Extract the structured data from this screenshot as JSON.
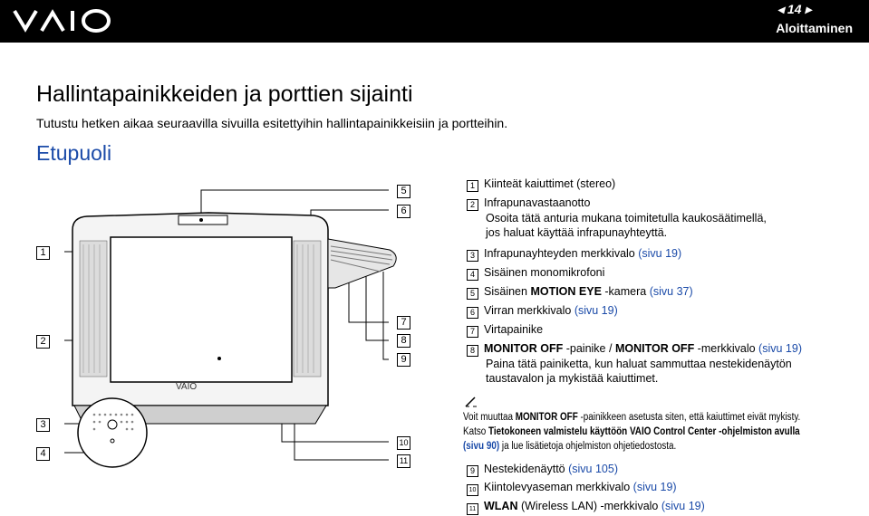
{
  "header": {
    "logo_text": "VAIO",
    "page_number": "14",
    "section": "Aloittaminen"
  },
  "page": {
    "title": "Hallintapainikkeiden ja porttien sijainti",
    "intro": "Tutustu hetken aikaa seuraavilla sivuilla esitettyihin hallintapainikkeisiin ja portteihin.",
    "subheading": "Etupuoli"
  },
  "figure": {
    "device_logo": "VAIO",
    "callouts": [
      "1",
      "2",
      "3",
      "4",
      "5",
      "6",
      "7",
      "8",
      "9",
      "10",
      "11"
    ]
  },
  "legend": [
    {
      "key": "1",
      "text": "Kiinteät kaiuttimet (stereo)"
    },
    {
      "key": "2",
      "text": "Infrapunavastaanotto",
      "sub": [
        "Osoita tätä anturia mukana toimitetulla kaukosäätimellä,",
        "jos haluat käyttää infrapunayhteyttä."
      ]
    },
    {
      "key": "3",
      "text": "Infrapunayhteyden merkkivalo ",
      "link": "(sivu 19)"
    },
    {
      "key": "4",
      "text": "Sisäinen monomikrofoni"
    },
    {
      "key": "5",
      "text": "Sisäinen ",
      "bold": "MOTION EYE",
      "text2": " -kamera ",
      "link": "(sivu 37)"
    },
    {
      "key": "6",
      "text": "Virran merkkivalo ",
      "link": "(sivu 19)"
    },
    {
      "key": "7",
      "text": "Virtapainike"
    },
    {
      "key": "8",
      "bold": "MONITOR OFF",
      "text": " -painike / ",
      "bold2": "MONITOR OFF",
      "text2": " -merkkivalo ",
      "link": "(sivu 19)",
      "sub": [
        "Paina tätä painiketta, kun haluat sammuttaa nestekidenäytön",
        "taustavalon ja mykistää kaiuttimet."
      ]
    }
  ],
  "note": {
    "line1_a": "Voit muuttaa ",
    "line1_b": "MONITOR OFF",
    "line1_c": " -painikkeen asetusta siten, että kaiuttimet eivät mykisty.",
    "line2_a": "Katso ",
    "line2_b": "Tietokoneen valmistelu käyttöön VAIO Control Center -ohjelmiston avulla",
    "line3_a": "(sivu 90)",
    "line3_b": " ja lue lisätietoja ohjelmiston ohjetiedostosta."
  },
  "legend2": [
    {
      "key": "9",
      "text": "Nestekidenäyttö ",
      "link": "(sivu 105)"
    },
    {
      "key": "10",
      "text": "Kiintolevyaseman merkkivalo ",
      "link": "(sivu 19)"
    },
    {
      "key": "11",
      "bold": "WLAN",
      "text": " (Wireless LAN) -merkkivalo ",
      "link": "(sivu 19)"
    }
  ]
}
